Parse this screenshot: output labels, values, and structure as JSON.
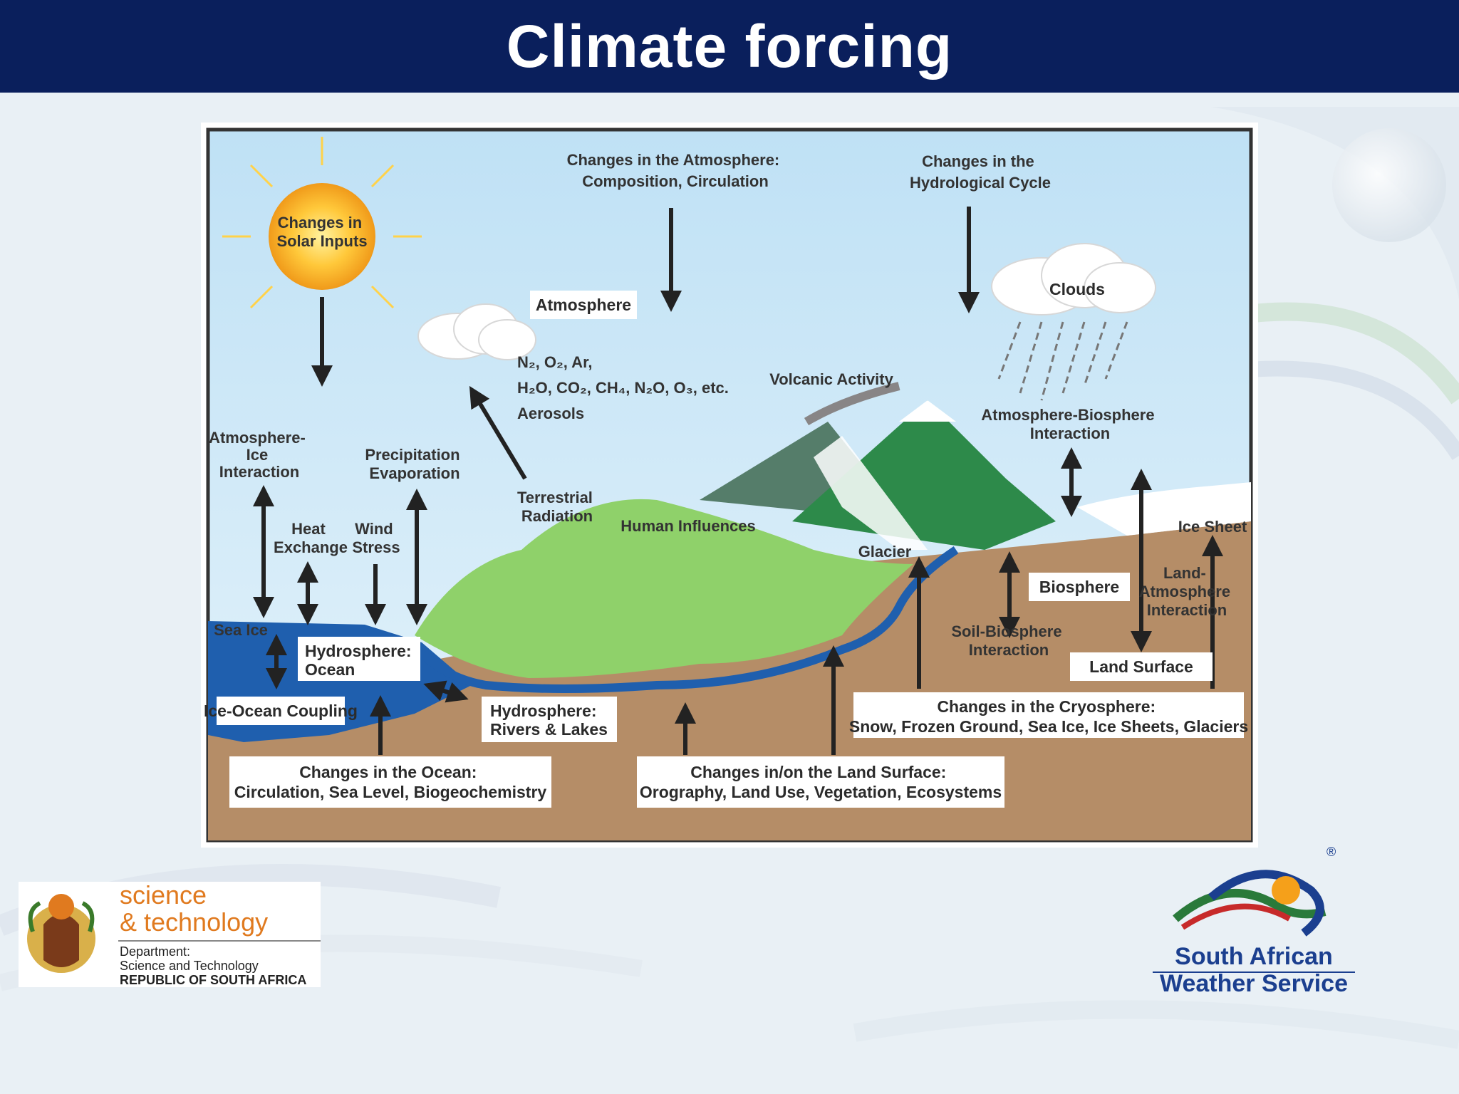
{
  "slide": {
    "title": "Climate forcing"
  },
  "diagram": {
    "solar": [
      "Changes in",
      "Solar Inputs"
    ],
    "atmos_changes": [
      "Changes in the Atmosphere:",
      "Composition, Circulation"
    ],
    "hydro_changes": [
      "Changes in the",
      "Hydrological Cycle"
    ],
    "atmosphere": "Atmosphere",
    "clouds": "Clouds",
    "gases_line1": "N₂, O₂, Ar,",
    "gases_line2": "H₂O, CO₂, CH₄, N₂O, O₃, etc.",
    "gases_line3": "Aerosols",
    "volcanic": "Volcanic Activity",
    "atm_bio": [
      "Atmosphere-Biosphere",
      "Interaction"
    ],
    "atm_ice": [
      "Atmosphere-",
      "Ice",
      "Interaction"
    ],
    "precip": [
      "Precipitation",
      "Evaporation"
    ],
    "terrestrial": [
      "Terrestrial",
      "Radiation"
    ],
    "heat": [
      "Heat",
      "Exchange"
    ],
    "wind": [
      "Wind",
      "Stress"
    ],
    "human": "Human Influences",
    "glacier": "Glacier",
    "ice_sheet": "Ice Sheet",
    "biosphere": "Biosphere",
    "land_atm": [
      "Land-",
      "Atmosphere",
      "Interaction"
    ],
    "soil_bio": [
      "Soil-Biosphere",
      "Interaction"
    ],
    "sea_ice": "Sea Ice",
    "hydro_ocean": [
      "Hydrosphere:",
      "Ocean"
    ],
    "land_surface": "Land Surface",
    "ice_ocean": "Ice-Ocean Coupling",
    "hydro_rivers": [
      "Hydrosphere:",
      "Rivers & Lakes"
    ],
    "cryo": [
      "Changes in the Cryosphere:",
      "Snow, Frozen Ground, Sea Ice, Ice Sheets, Glaciers"
    ],
    "ocean_changes": [
      "Changes in the Ocean:",
      "Circulation, Sea Level, Biogeochemistry"
    ],
    "land_changes": [
      "Changes in/on the Land Surface:",
      "Orography, Land Use, Vegetation, Ecosystems"
    ]
  },
  "dst_logo": {
    "line1": "science",
    "line2": "& technology",
    "dept": "Department:",
    "name": "Science and Technology",
    "country": "REPUBLIC OF SOUTH AFRICA",
    "icon": "coat-of-arms"
  },
  "saws_logo": {
    "line1": "South African",
    "line2": "Weather Service",
    "registered": "®",
    "icon": "saws-swirl-sun"
  },
  "colors": {
    "header": "#0a1f5c",
    "sky": "#cfe7f5",
    "ocean": "#1f5fae",
    "land": "#b58d67",
    "green": "#8fd16a",
    "mountain": "#2d8a4a"
  }
}
